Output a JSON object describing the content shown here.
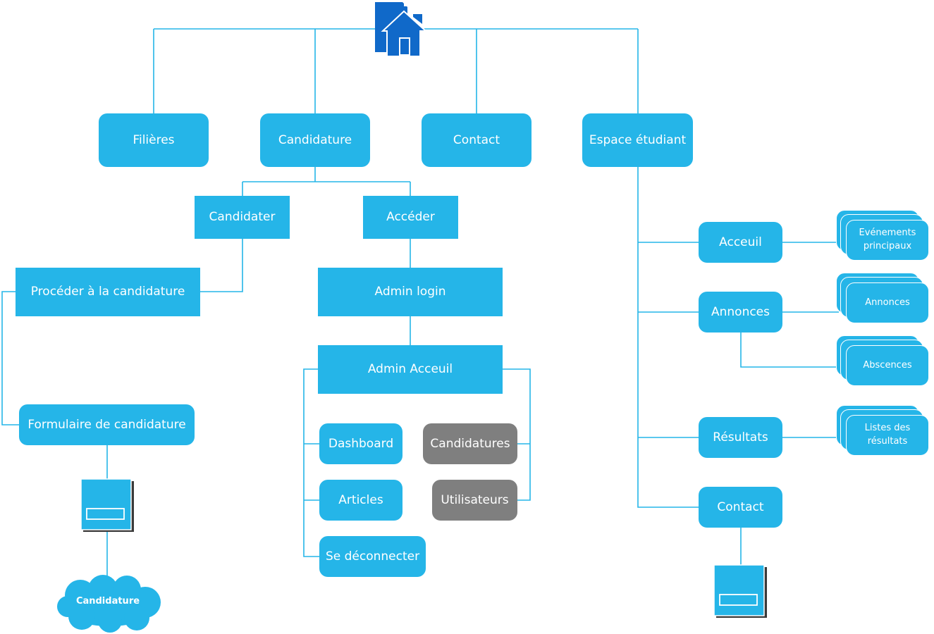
{
  "nodes": {
    "filieres": "Filières",
    "candidature": "Candidature",
    "contact": "Contact",
    "espace_etudiant": "Espace étudiant",
    "candidater": "Candidater",
    "acceder": "Accéder",
    "proceder": "Procéder à la candidature",
    "admin_login": "Admin login",
    "admin_accueil": "Admin Acceuil",
    "formulaire": "Formulaire de candidature",
    "dashboard": "Dashboard",
    "candidatures": "Candidatures",
    "articles": "Articles",
    "utilisateurs": "Utilisateurs",
    "se_deconnecter": "Se déconnecter",
    "accueil": "Acceuil",
    "annonces": "Annonces",
    "resultats": "Résultats",
    "contact_etudiant": "Contact"
  },
  "stacks": {
    "evenements": "Evénements principaux",
    "annonces": "Annonces",
    "abscences": "Abscences",
    "listes_resultats": "Listes des résultats"
  },
  "cloud_label": "Candidature",
  "icons": {
    "home": "home-icon",
    "form": "form-icon",
    "cloud": "cloud-icon"
  },
  "colors": {
    "node": "#25b5e8",
    "node_grey": "#7f7f7f",
    "line": "#25b5e8",
    "home_icon": "#1069c9"
  }
}
